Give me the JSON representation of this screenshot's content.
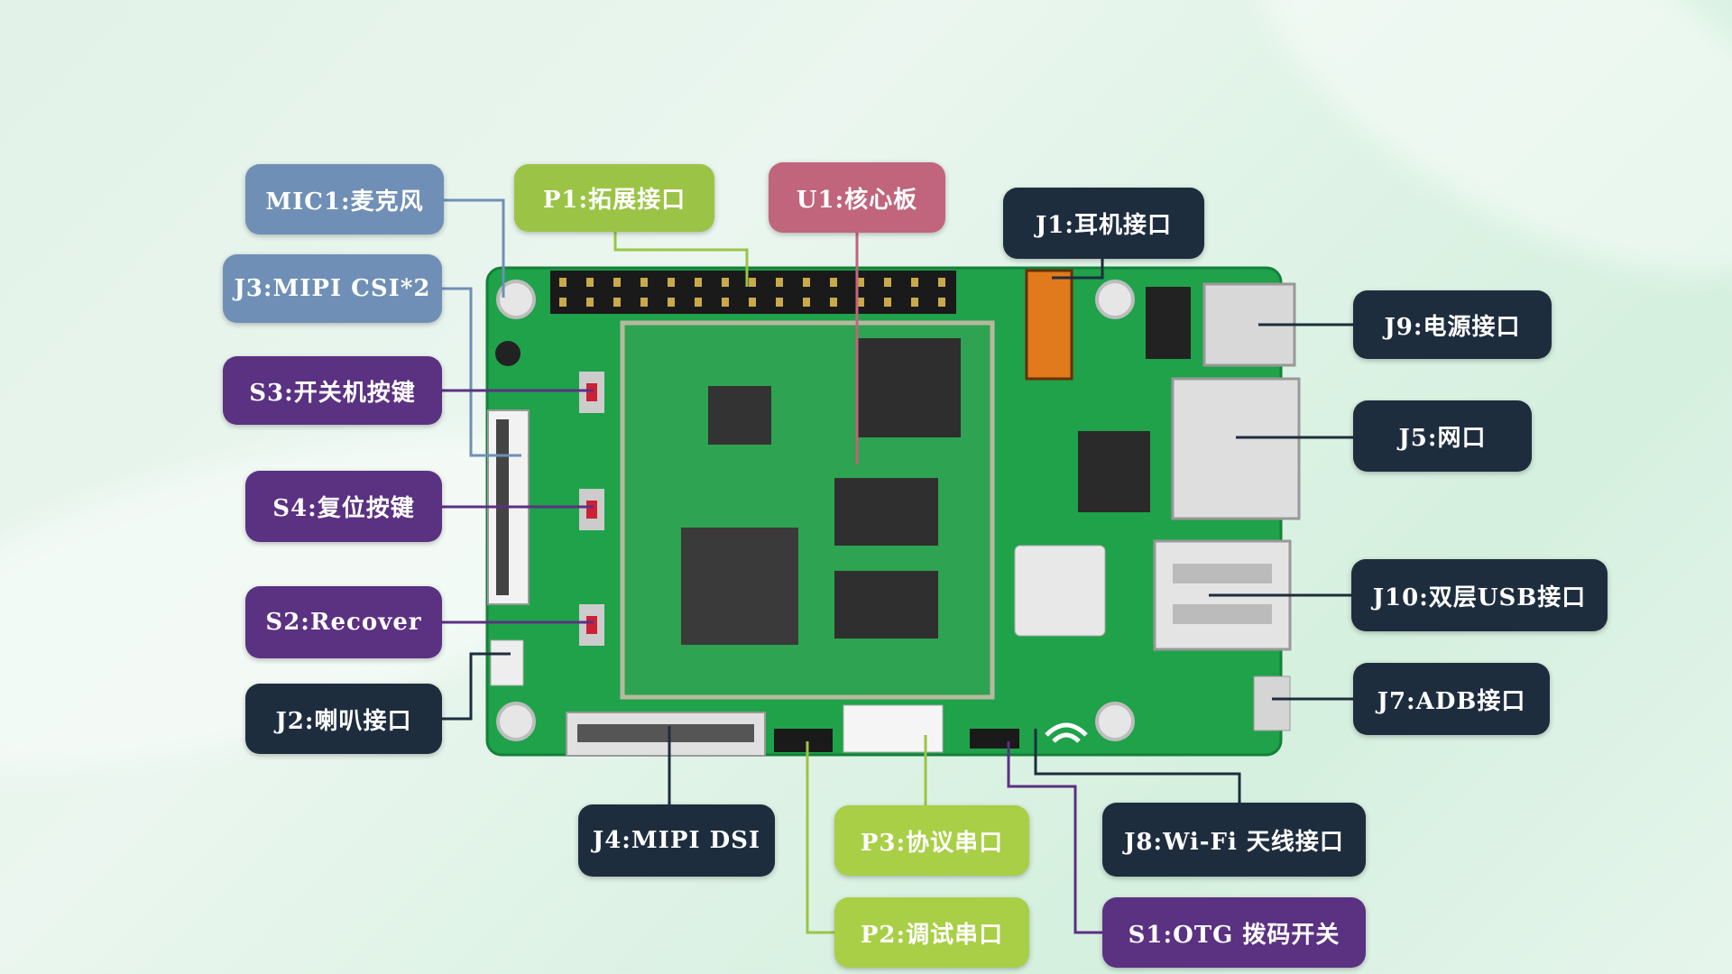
{
  "labels": {
    "mic1": "MIC1:麦克风",
    "p1": "P1:拓展接口",
    "u1": "U1:核心板",
    "j1": "J1:耳机接口",
    "j3": "J3:MIPI CSI*2",
    "s3": "S3:开关机按键",
    "j9": "J9:电源接口",
    "j5": "J5:网口",
    "s4": "S4:复位按键",
    "j10": "J10:双层USB接口",
    "s2": "S2:Recover",
    "j7": "J7:ADB接口",
    "j2": "J2:喇叭接口",
    "j4": "J4:MIPI DSI",
    "p3": "P3:协议串口",
    "j8": "J8:Wi-Fi 天线接口",
    "p2": "P2:调试串口",
    "s1": "S1:OTG 拨码开关"
  },
  "colors": {
    "blue": "#6f8fb6",
    "green": "#9bc446",
    "pink": "#c0657c",
    "navy": "#1e2d3e",
    "purple": "#5b3182",
    "board": "#1fa24a"
  }
}
